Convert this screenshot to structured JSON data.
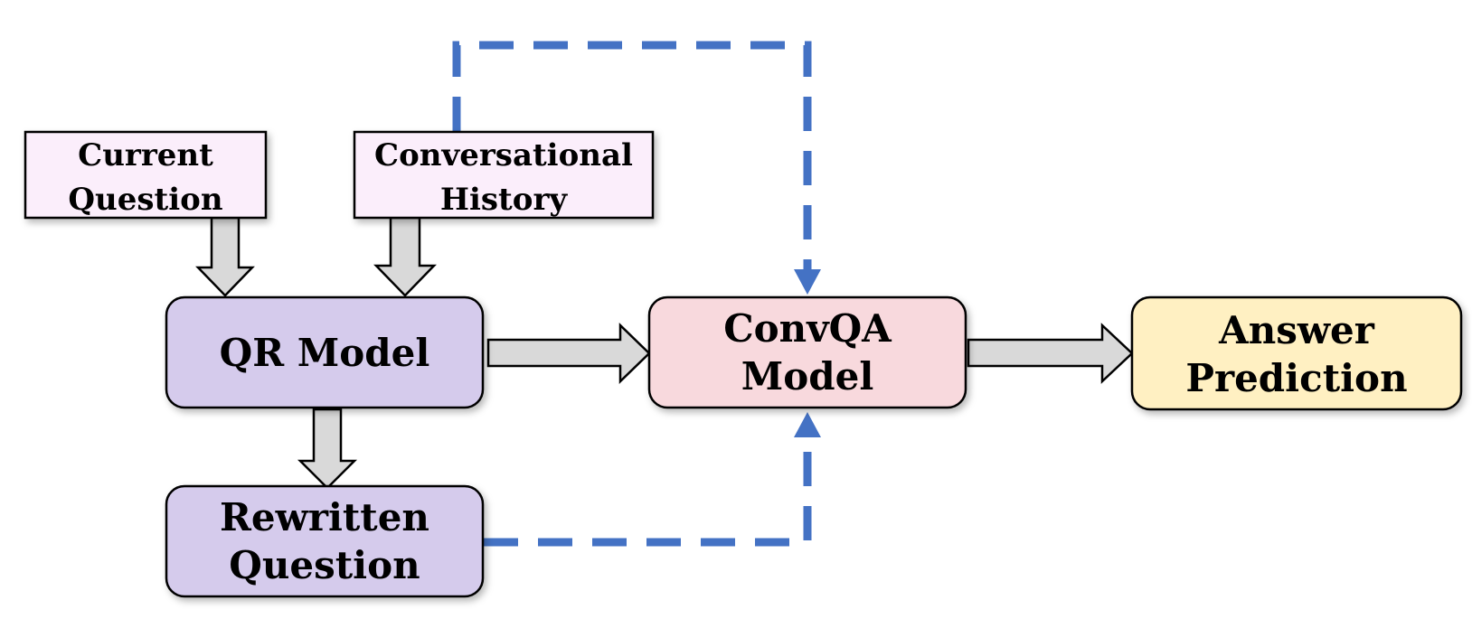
{
  "diagram": {
    "colors": {
      "input_fill": "#fbeefb",
      "qr_fill": "#d5cbec",
      "convqa_fill": "#f8d9dd",
      "answer_fill": "#fff0c2",
      "arrow_fill": "#d9d9d9",
      "dashed_line": "#4472c4",
      "stroke": "#000000"
    },
    "nodes": {
      "current_question": {
        "line1": "Current",
        "line2": "Question"
      },
      "conversational_history": {
        "line1": "Conversational",
        "line2": "History"
      },
      "qr_model": {
        "label": "QR Model"
      },
      "convqa_model": {
        "line1": "ConvQA",
        "line2": "Model"
      },
      "answer_prediction": {
        "line1": "Answer",
        "line2": "Prediction"
      },
      "rewritten_question": {
        "line1": "Rewritten",
        "line2": "Question"
      }
    }
  }
}
